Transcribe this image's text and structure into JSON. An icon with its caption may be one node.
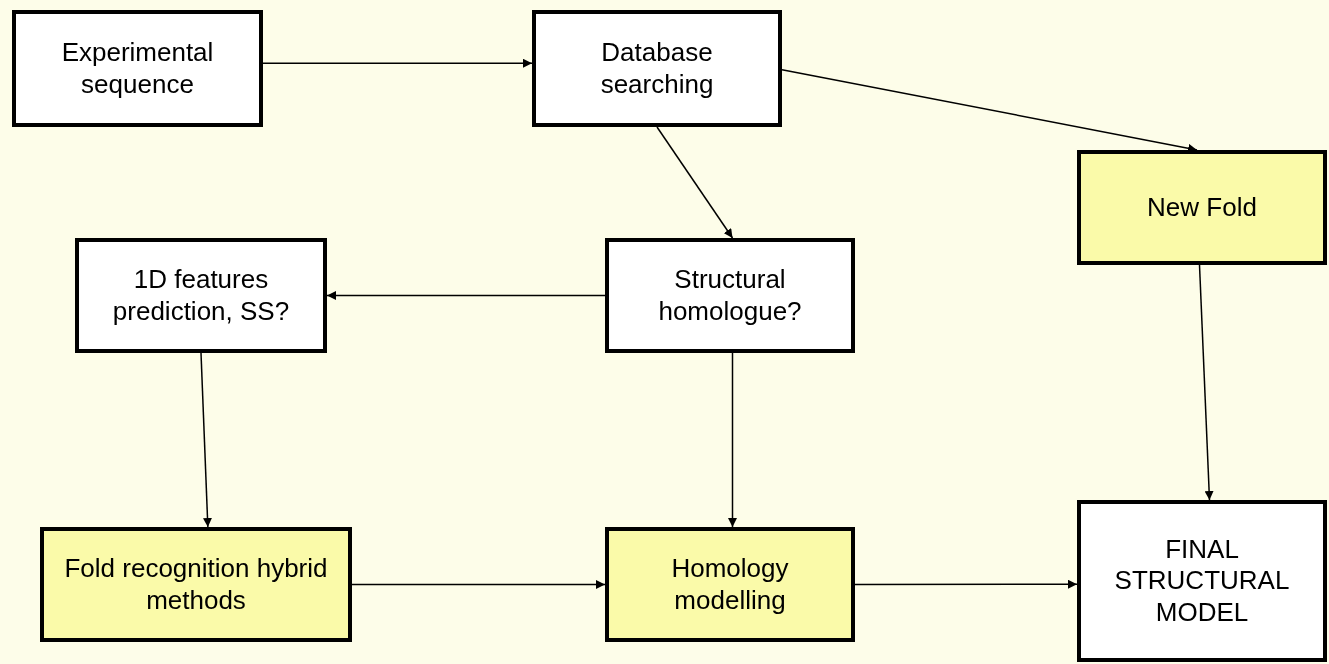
{
  "diagram": {
    "nodes": [
      {
        "text": [
          "Experimental sequence"
        ]
      },
      {
        "text": [
          "Database searching"
        ]
      },
      {
        "text": [
          "New Fold"
        ]
      },
      {
        "text": [
          "1D features prediction, SS?"
        ]
      },
      {
        "text": [
          "Structural homologue?"
        ]
      },
      {
        "text": [
          "Fold recognition hybrid methods"
        ]
      },
      {
        "text": [
          "Homology modelling"
        ]
      },
      {
        "text": [
          "FINAL STRUCTURAL MODEL"
        ]
      }
    ],
    "edges": [
      {
        "from": 0,
        "to": 1,
        "arrow": "to"
      },
      {
        "from": 1,
        "to": 2,
        "arrow": "to"
      },
      {
        "from": 1,
        "to": 4,
        "arrow": "to"
      },
      {
        "from": 4,
        "to": 3,
        "arrow": "to"
      },
      {
        "from": 3,
        "to": 5,
        "arrow": "to"
      },
      {
        "from": 4,
        "to": 6,
        "arrow": "to"
      },
      {
        "from": 5,
        "to": 6,
        "arrow": "to"
      },
      {
        "from": 6,
        "to": 7,
        "arrow": "to"
      },
      {
        "from": 2,
        "to": 7,
        "arrow": "to"
      }
    ]
  }
}
